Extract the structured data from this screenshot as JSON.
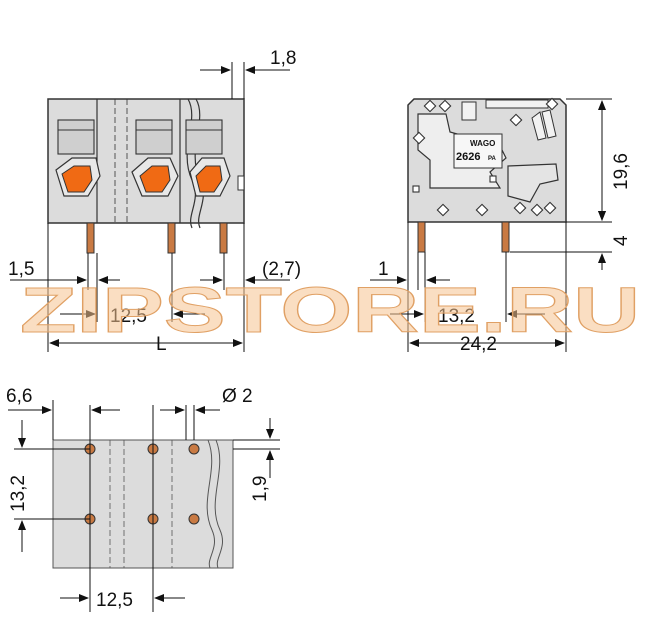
{
  "colors": {
    "housing": "#dcdcdc",
    "outline": "#333333",
    "actuator": "#f06a14",
    "pin": "#c97a43",
    "watermark": "#f6c38f",
    "watermark_dark": "#e0a064"
  },
  "logo": {
    "brand": "WAGO",
    "part": "2626",
    "suffix": "PA"
  },
  "watermark": {
    "text": "ZIPSTORE.RU"
  },
  "dimensions": {
    "top_gap": "1,8",
    "pin_offset": "1,5",
    "pitch_front": "12,5",
    "overall_length": "L",
    "edge_offset": "(2,7)",
    "side_pin_offset": "1",
    "side_pin_span": "13,2",
    "side_width": "24,2",
    "side_height": "19,6",
    "pin_length": "4",
    "footprint_edge": "6,6",
    "hole_diameter": "Ø 2",
    "footprint_row_span": "13,2",
    "footprint_offset": "1,9",
    "footprint_pitch": "12,5"
  }
}
